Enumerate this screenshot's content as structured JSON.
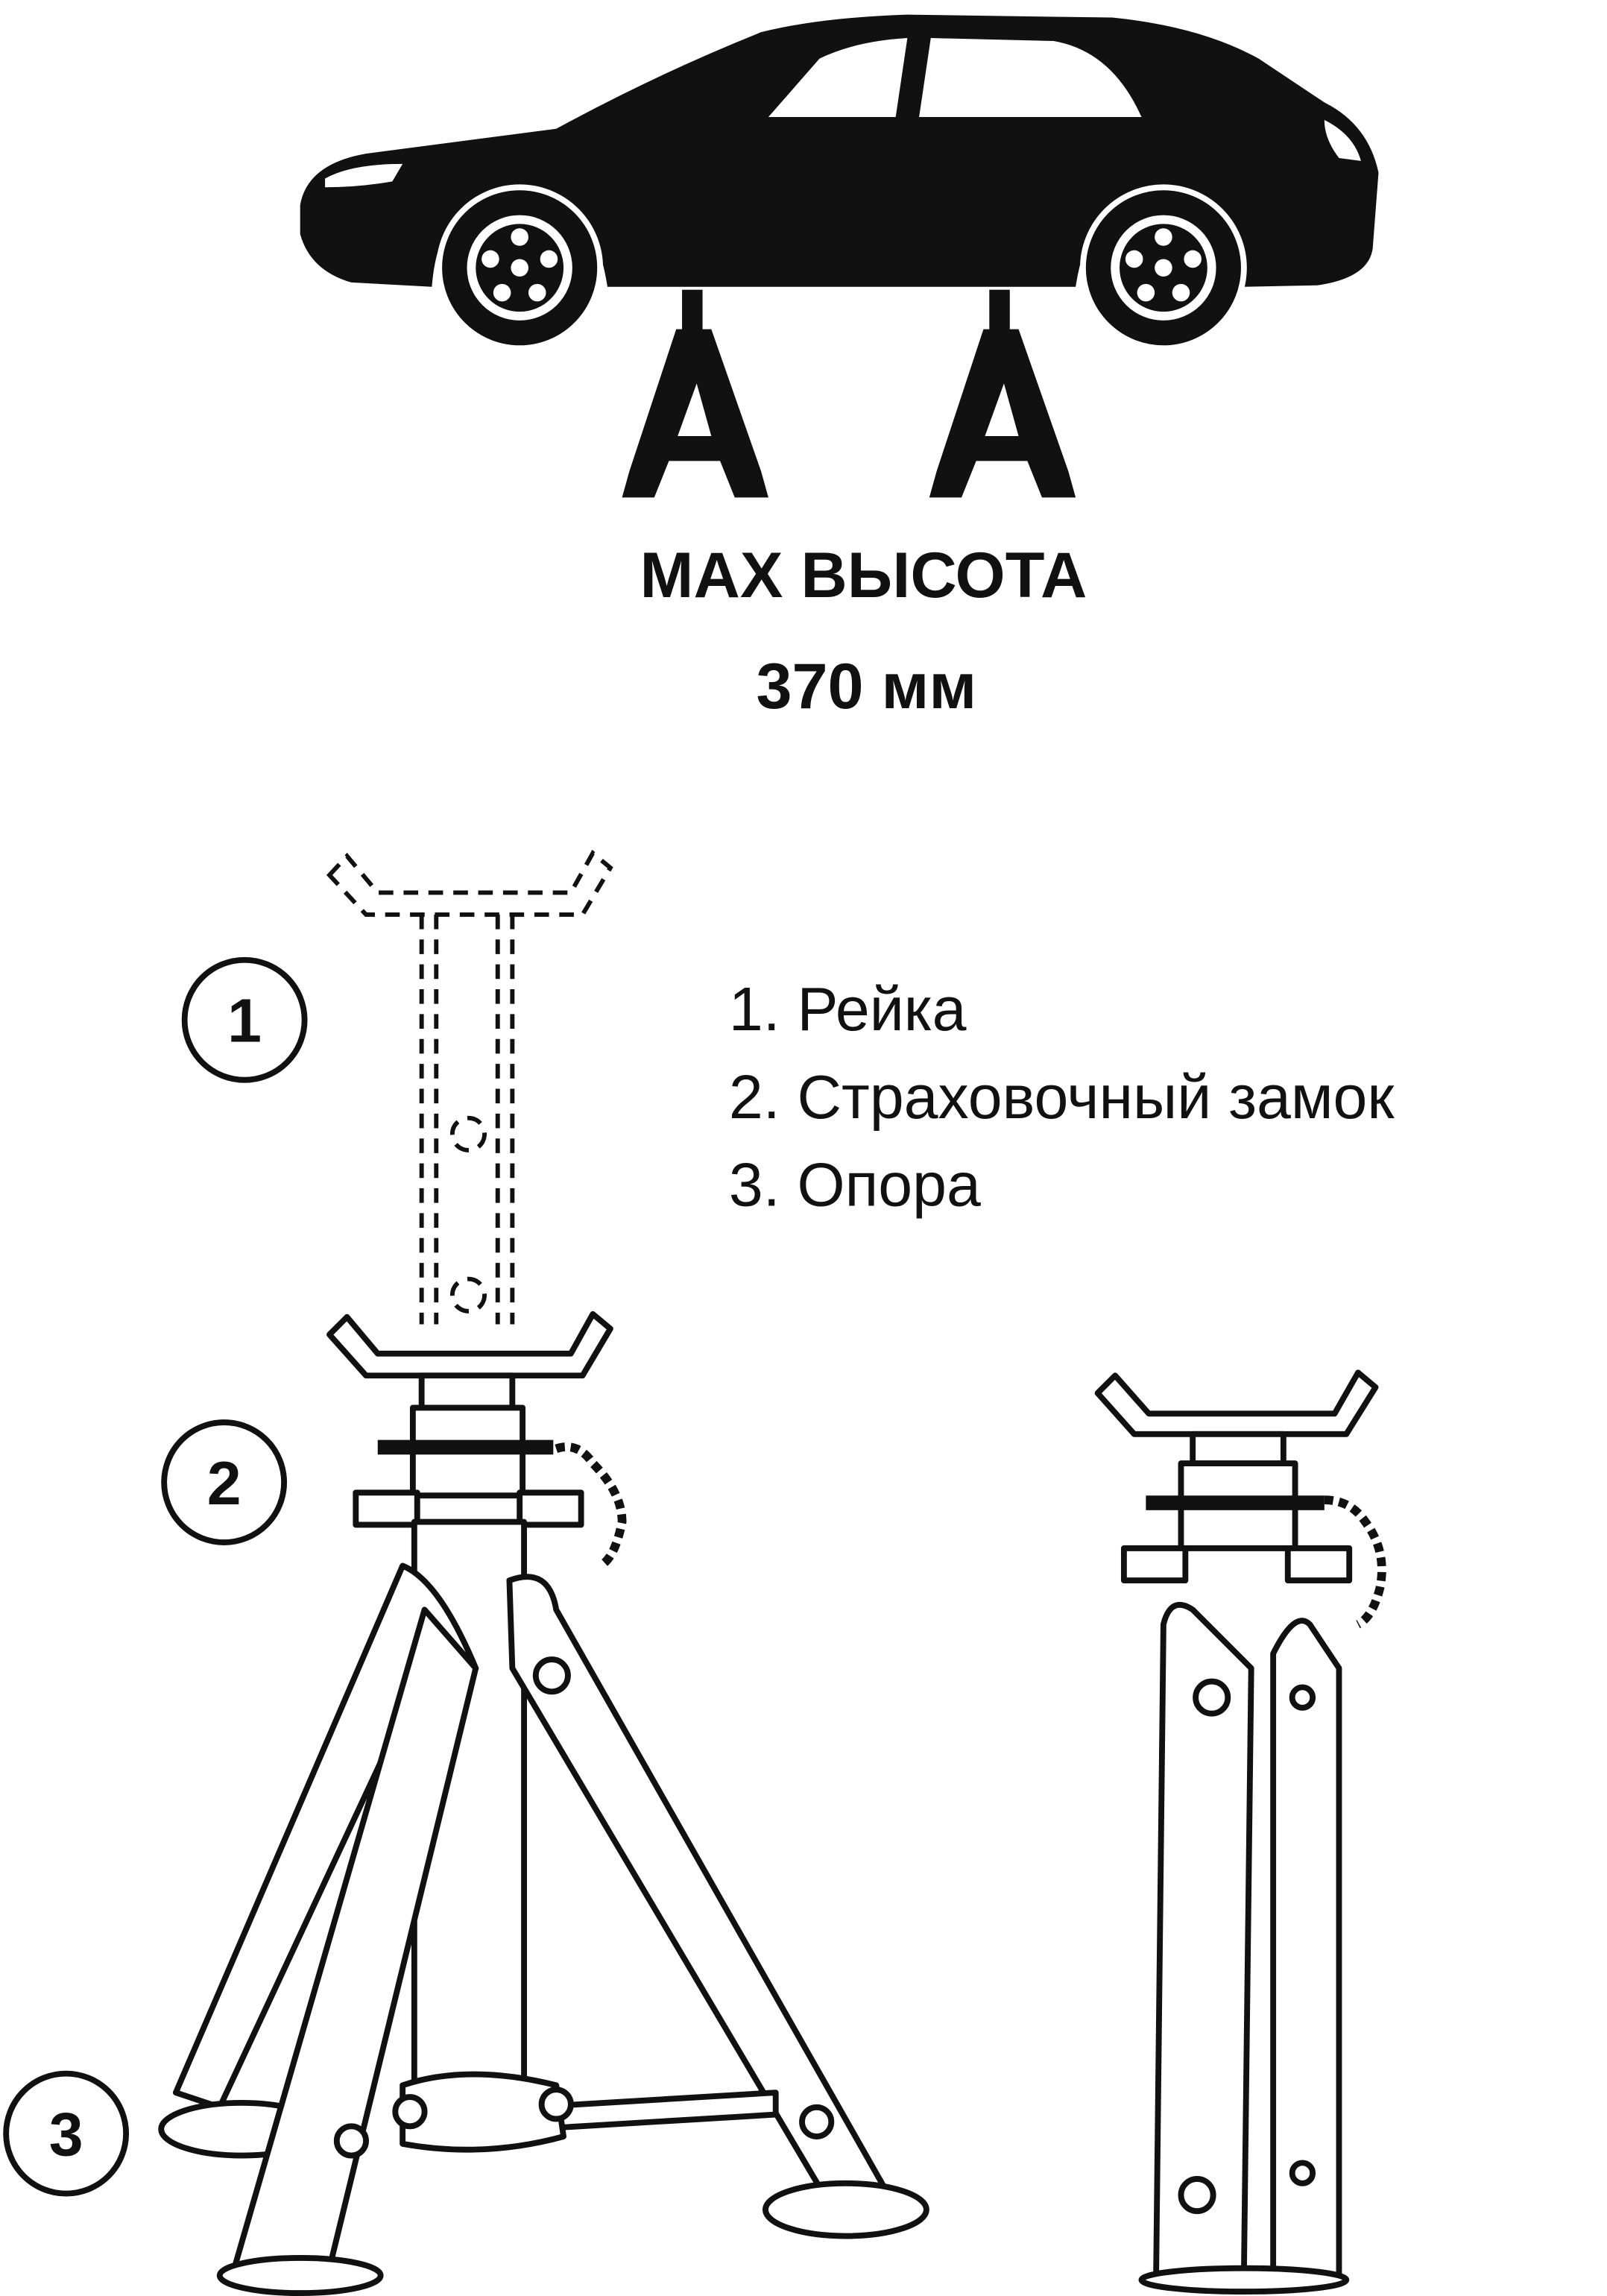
{
  "heading": {
    "line1": "MAX ВЫСОТА",
    "line2": "370 мм"
  },
  "callouts": [
    "1",
    "2",
    "3"
  ],
  "legend": [
    "1. Рейка",
    "2. Страховочный замок",
    "3. Опора"
  ]
}
